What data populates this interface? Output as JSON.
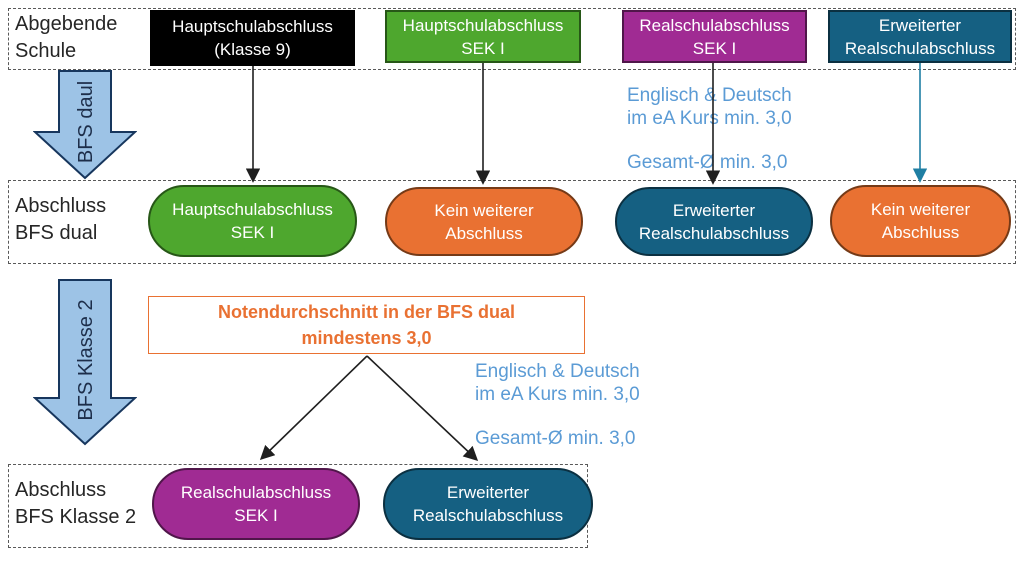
{
  "colors": {
    "green": "#4EA72E",
    "magenta": "#A02B93",
    "teal": "#156082",
    "orange": "#E97132",
    "black_box": "#000000",
    "flow_arrow_fill": "#9DC3E6",
    "flow_arrow_border": "#17365D",
    "criteria_text": "#5B9BD5",
    "notice_text": "#E97132",
    "connector_black": "#1f1f1f",
    "connector_teal": "#1F7FA3"
  },
  "row1": {
    "label": {
      "line1": "Abgebende",
      "line2": "Schule"
    },
    "boxes": [
      {
        "line1": "Hauptschulabschluss",
        "line2": "(Klasse 9)",
        "color": "black"
      },
      {
        "line1": "Hauptschulabschluss",
        "line2": "SEK I",
        "color": "green"
      },
      {
        "line1": "Realschulabschluss",
        "line2": "SEK I",
        "color": "magenta"
      },
      {
        "line1": "Erweiterter",
        "line2": "Realschulabschluss",
        "color": "teal"
      }
    ]
  },
  "flow_arrow_1": {
    "label": "BFS daul"
  },
  "flow_arrow_2": {
    "label": "BFS Klasse 2"
  },
  "criteria_1": {
    "line1": "Englisch & Deutsch",
    "line2": "im eA Kurs min. 3,0",
    "line3": "Gesamt-Ø min. 3,0"
  },
  "criteria_2": {
    "line1": "Englisch & Deutsch",
    "line2": "im eA Kurs min. 3,0",
    "line3": "Gesamt-Ø min. 3,0"
  },
  "row2": {
    "label": {
      "line1": "Abschluss",
      "line2": "BFS dual"
    },
    "pills": [
      {
        "line1": "Hauptschulabschluss",
        "line2": "SEK I",
        "color": "green"
      },
      {
        "line1": "Kein weiterer",
        "line2": "Abschluss",
        "color": "orange"
      },
      {
        "line1": "Erweiterter",
        "line2": "Realschulabschluss",
        "color": "teal"
      },
      {
        "line1": "Kein weiterer",
        "line2": "Abschluss",
        "color": "orange"
      }
    ]
  },
  "notice": {
    "line1": "Notendurchschnitt in der BFS dual",
    "line2": "mindestens 3,0"
  },
  "row3": {
    "label": {
      "line1": "Abschluss",
      "line2": "BFS Klasse 2"
    },
    "pills": [
      {
        "line1": "Realschulabschluss",
        "line2": "SEK I",
        "color": "magenta"
      },
      {
        "line1": "Erweiterter",
        "line2": "Realschulabschluss",
        "color": "teal"
      }
    ]
  }
}
